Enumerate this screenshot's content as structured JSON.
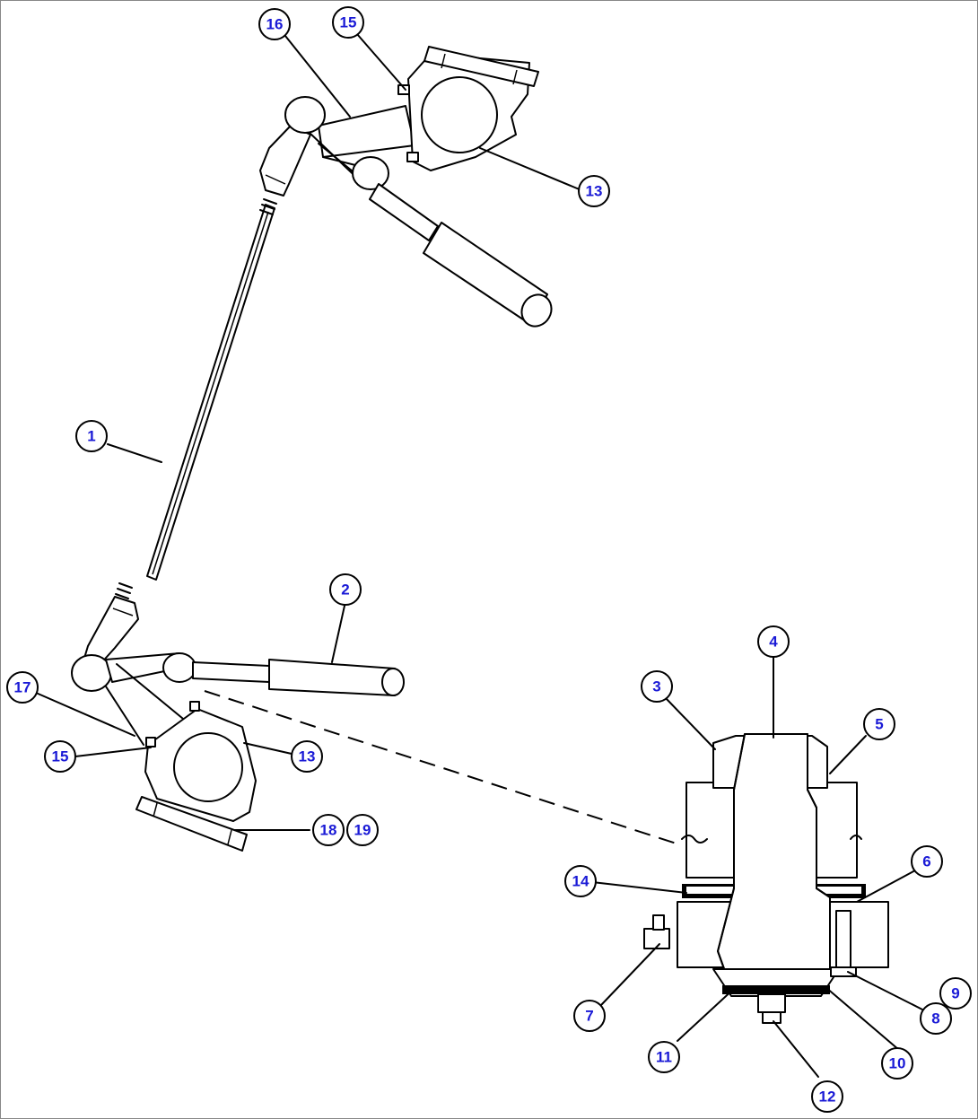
{
  "callouts": [
    {
      "id": "c1",
      "text": "1"
    },
    {
      "id": "c2",
      "text": "2"
    },
    {
      "id": "c3",
      "text": "3"
    },
    {
      "id": "c4",
      "text": "4"
    },
    {
      "id": "c5",
      "text": "5"
    },
    {
      "id": "c6",
      "text": "6"
    },
    {
      "id": "c7",
      "text": "7"
    },
    {
      "id": "c8",
      "text": "8"
    },
    {
      "id": "c9",
      "text": "9"
    },
    {
      "id": "c10",
      "text": "10"
    },
    {
      "id": "c11",
      "text": "11"
    },
    {
      "id": "c12",
      "text": "12"
    },
    {
      "id": "c13a",
      "text": "13"
    },
    {
      "id": "c13b",
      "text": "13"
    },
    {
      "id": "c14",
      "text": "14"
    },
    {
      "id": "c15a",
      "text": "15"
    },
    {
      "id": "c15b",
      "text": "15"
    },
    {
      "id": "c16",
      "text": "16"
    },
    {
      "id": "c17",
      "text": "17"
    },
    {
      "id": "c18",
      "text": "18"
    },
    {
      "id": "c19",
      "text": "19"
    }
  ]
}
